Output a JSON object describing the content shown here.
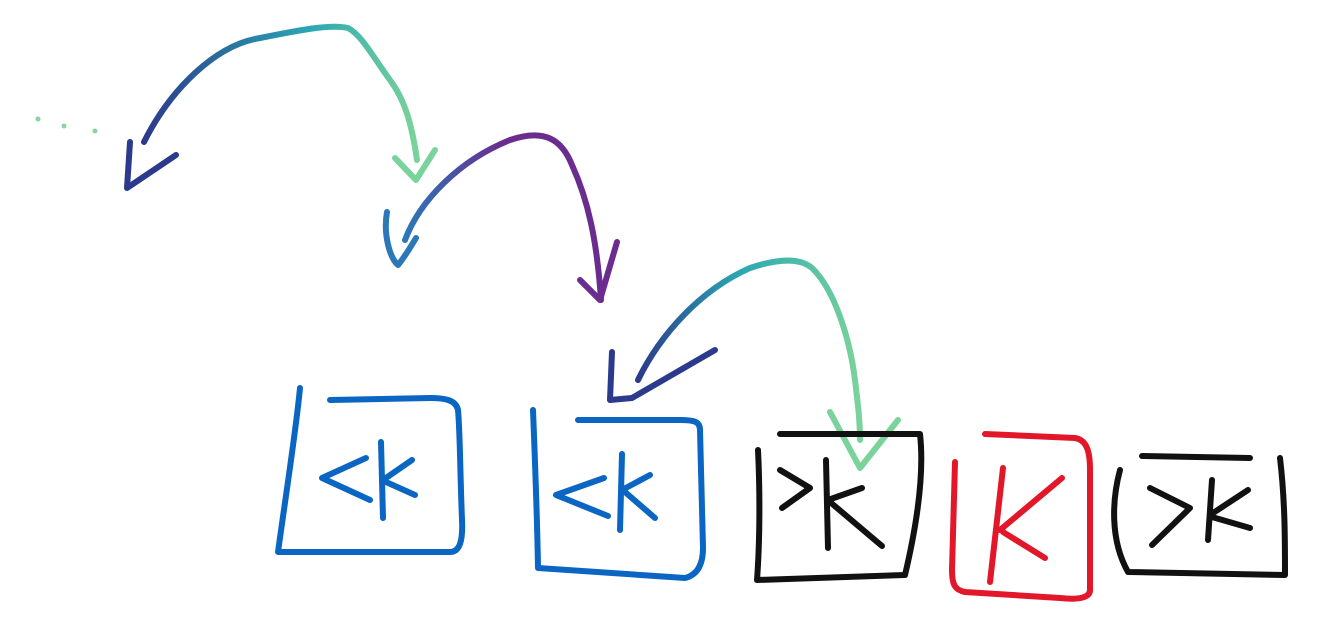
{
  "colors": {
    "blue_box": "#0a66c2",
    "black_box": "#111111",
    "red_box": "#e2172a",
    "arrow_teal": "#2aa6b3",
    "arrow_navy": "#2b3a8c",
    "arrow_purple": "#6b2c8f",
    "arrow_green": "#7ad39a",
    "dots_green": "#8bd3a0"
  },
  "boxes": [
    {
      "symbol": "<k",
      "color": "blue_box"
    },
    {
      "symbol": "<k",
      "color": "blue_box"
    },
    {
      "symbol": ">k",
      "color": "black_box"
    },
    {
      "symbol": "k",
      "color": "red_box"
    },
    {
      "symbol": ">k",
      "color": "black_box"
    }
  ],
  "ellipsis": "..."
}
